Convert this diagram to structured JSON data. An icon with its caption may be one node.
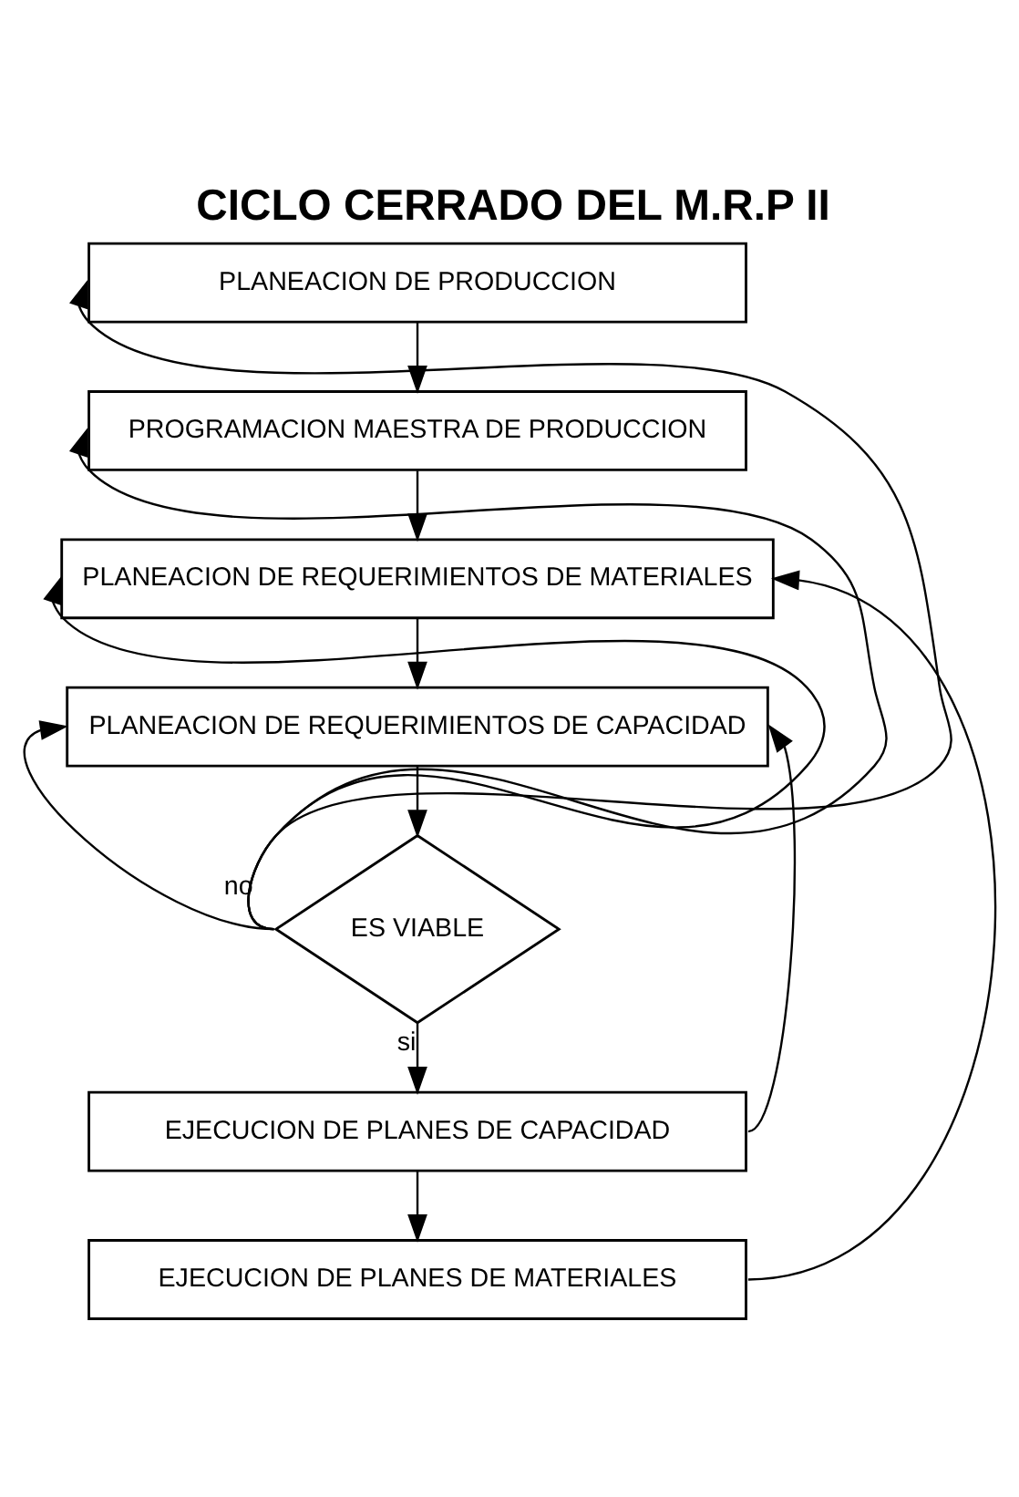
{
  "diagram": {
    "title": "CICLO CERRADO DEL M.R.P II",
    "nodes": [
      {
        "text": [
          "PLANEACION DE PRODUCCION"
        ]
      },
      {
        "text": [
          "PROGRAMACION MAESTRA DE PRODUCCION"
        ]
      },
      {
        "text": [
          "PLANEACION DE REQUERIMIENTOS DE MATERIALES"
        ]
      },
      {
        "text": [
          "PLANEACION DE REQUERIMIENTOS DE CAPACIDAD"
        ]
      },
      {
        "text": [
          "ES VIABLE"
        ]
      },
      {
        "text": [
          "EJECUCION DE PLANES DE CAPACIDAD"
        ]
      },
      {
        "text": [
          "EJECUCION DE PLANES DE MATERIALES"
        ]
      }
    ],
    "edges": [
      {
        "from": 0,
        "to": 1,
        "arrow": "to"
      },
      {
        "from": 1,
        "to": 2,
        "arrow": "to"
      },
      {
        "from": 2,
        "to": 3,
        "arrow": "to"
      },
      {
        "from": 3,
        "to": 4,
        "arrow": "to"
      },
      {
        "from": 4,
        "to": 5,
        "arrow": "to",
        "label": "si"
      },
      {
        "from": 5,
        "to": 6,
        "arrow": "to"
      },
      {
        "from": 4,
        "to": 0,
        "arrow": "to",
        "label": "no"
      },
      {
        "from": 4,
        "to": 1,
        "arrow": "to"
      },
      {
        "from": 4,
        "to": 2,
        "arrow": "to"
      },
      {
        "from": 4,
        "to": 3,
        "arrow": "to"
      },
      {
        "from": 5,
        "to": 3,
        "arrow": "to"
      },
      {
        "from": 6,
        "to": 2,
        "arrow": "to"
      }
    ]
  }
}
